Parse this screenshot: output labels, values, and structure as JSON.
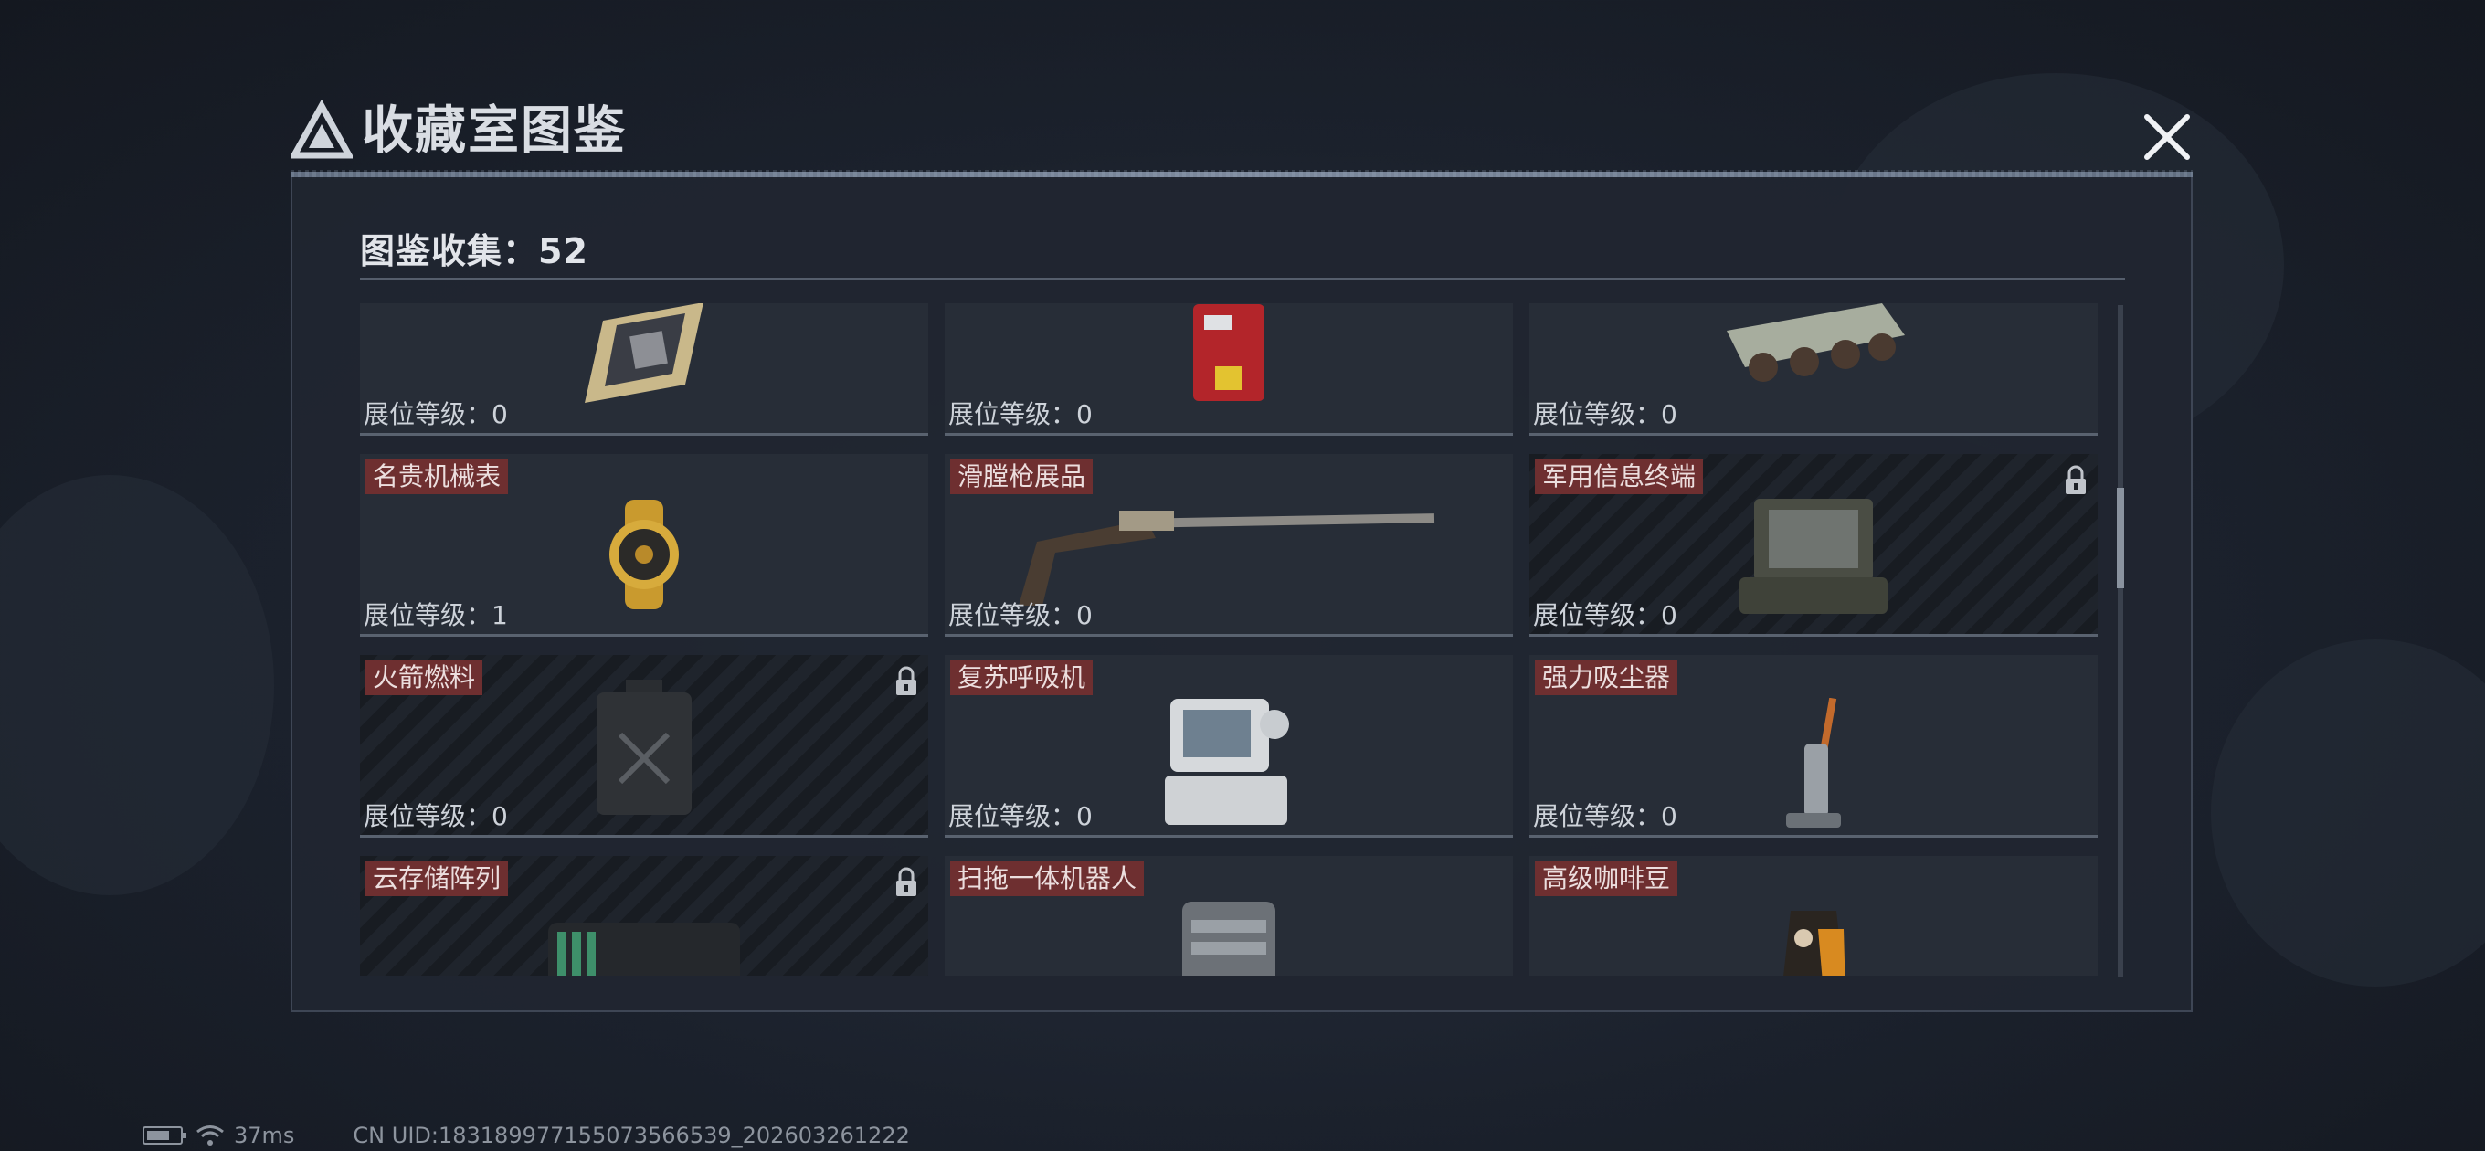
{
  "header": {
    "title": "收藏室图鉴"
  },
  "collection": {
    "count_label": "图鉴收集：52"
  },
  "level_prefix": "展位等级：",
  "items": [
    {
      "label": "",
      "level": "展位等级：0",
      "locked": false,
      "icon": "cpu-chip-icon"
    },
    {
      "label": "",
      "level": "展位等级：0",
      "locked": false,
      "icon": "red-device-icon"
    },
    {
      "label": "",
      "level": "展位等级：0",
      "locked": false,
      "icon": "armored-vehicle-icon"
    },
    {
      "label": "名贵机械表",
      "level": "展位等级：1",
      "locked": false,
      "icon": "watch-icon"
    },
    {
      "label": "滑膛枪展品",
      "level": "展位等级：0",
      "locked": false,
      "icon": "musket-icon"
    },
    {
      "label": "军用信息终端",
      "level": "展位等级：0",
      "locked": true,
      "icon": "rugged-terminal-icon"
    },
    {
      "label": "火箭燃料",
      "level": "展位等级：0",
      "locked": true,
      "icon": "fuel-canister-icon"
    },
    {
      "label": "复苏呼吸机",
      "level": "展位等级：0",
      "locked": false,
      "icon": "ventilator-icon"
    },
    {
      "label": "强力吸尘器",
      "level": "展位等级：0",
      "locked": false,
      "icon": "vacuum-cleaner-icon"
    },
    {
      "label": "云存储阵列",
      "level": "",
      "locked": true,
      "icon": "storage-array-icon"
    },
    {
      "label": "扫拖一体机器人",
      "level": "",
      "locked": false,
      "icon": "robot-station-icon"
    },
    {
      "label": "高级咖啡豆",
      "level": "",
      "locked": false,
      "icon": "coffee-bag-icon"
    }
  ],
  "status_bar": {
    "ping": "37ms",
    "uid": "CN UID:1831899771550735665​39_202603261222"
  },
  "colors": {
    "label_bg": "#6e2f30",
    "panel_bg": "#202630",
    "accent_line": "#8d9bb0"
  }
}
